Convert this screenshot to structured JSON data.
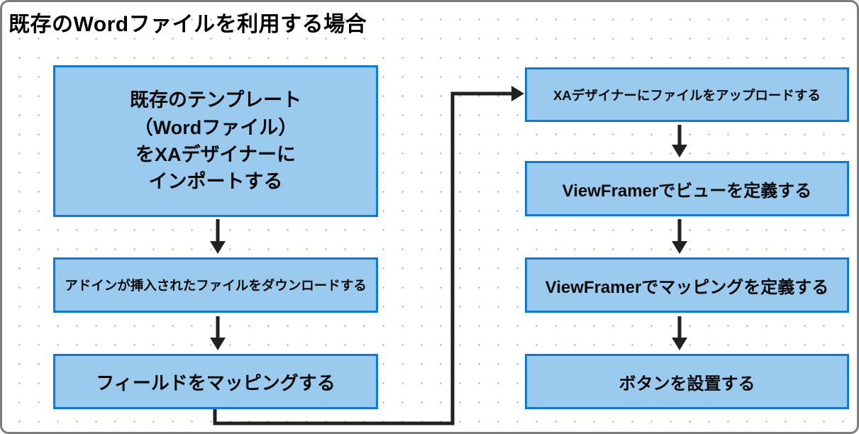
{
  "title": "既存のWordファイルを利用する場合",
  "colors": {
    "box_fill": "#9ACAEE",
    "box_border": "#0E79DA",
    "connector": "#212121",
    "frame_border": "#7D7D7D",
    "dot": "#BDBDBD",
    "text": "#000000"
  },
  "flowchart": {
    "left_column": [
      {
        "label": "既存のテンプレート\n（Wordファイル）\nをXAデザイナーに\nインポートする"
      },
      {
        "label": "アドインが挿入されたファイルをダウンロードする"
      },
      {
        "label": "フィールドをマッピングする"
      }
    ],
    "right_column": [
      {
        "label": "XAデザイナーにファイルをアップロードする"
      },
      {
        "label": "ViewFramerでビューを定義する"
      },
      {
        "label": "ViewFramerでマッピングを定義する"
      },
      {
        "label": "ボタンを設置する"
      }
    ]
  }
}
